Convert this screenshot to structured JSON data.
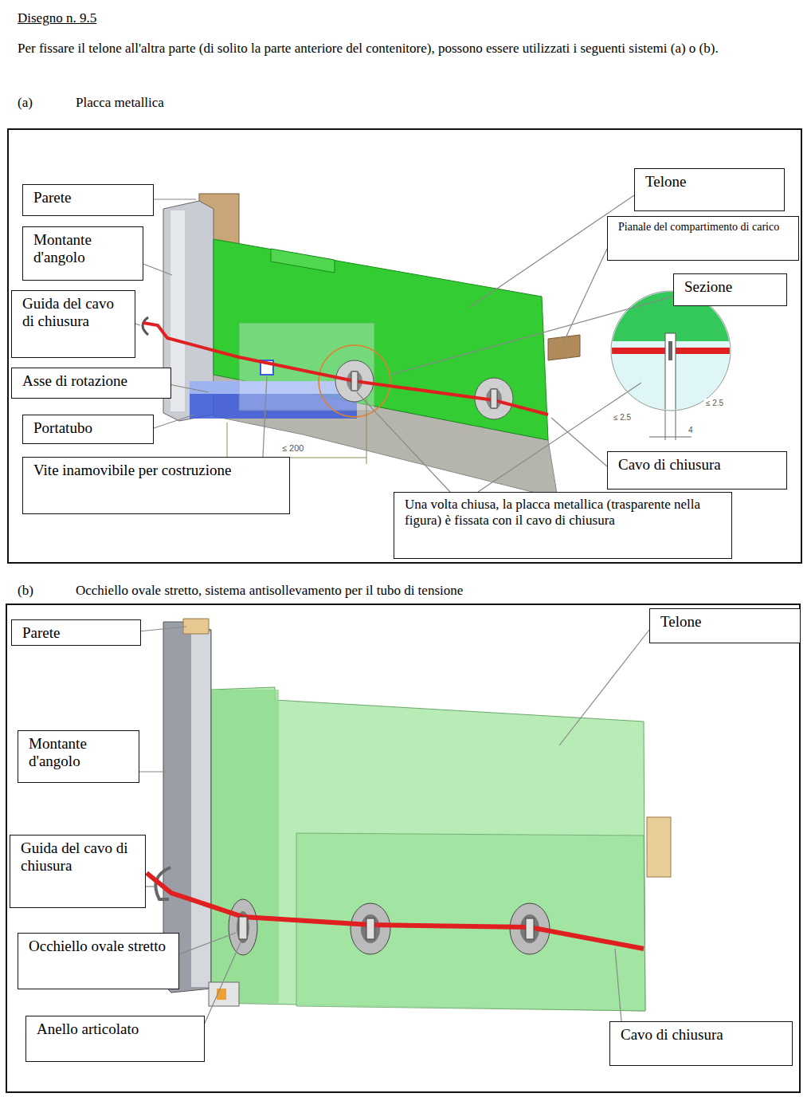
{
  "diagram": {
    "title": "Disegno n. 9.5",
    "nodes": [
      {
        "text": [
          "Parete"
        ]
      },
      {
        "text": [
          "Montante d'angolo"
        ]
      },
      {
        "text": [
          "Guida del cavo di chiusura"
        ]
      },
      {
        "text": [
          "Asse di rotazione"
        ]
      },
      {
        "text": [
          "Portatubo"
        ]
      },
      {
        "text": [
          "Vite inamovibile per costruzione"
        ]
      },
      {
        "text": [
          "Telone"
        ]
      },
      {
        "text": [
          "Pianale del compartimento di carico"
        ]
      },
      {
        "text": [
          "Sezione"
        ]
      },
      {
        "text": [
          "Cavo di chiusura"
        ]
      },
      {
        "text": [
          "Una volta chiusa, la placca metallica (trasparente nella figura) è fissata con il cavo di chiusura"
        ]
      },
      {
        "text": [
          "Parete"
        ]
      },
      {
        "text": [
          "Telone"
        ]
      },
      {
        "text": [
          "Montante d'angolo"
        ]
      },
      {
        "text": [
          "Guida del cavo di chiusura"
        ]
      },
      {
        "text": [
          "Occhiello ovale stretto"
        ]
      },
      {
        "text": [
          "Anello articolato"
        ]
      },
      {
        "text": [
          "Cavo di chiusura"
        ]
      }
    ],
    "labels": [
      "Per fissare il telone all'altra parte (di solito la parte anteriore del contenitore), possono essere utilizzati i seguenti sistemi (a) o (b).",
      "(a)",
      "Placca metallica",
      "≤ 200",
      "≤ 2.5",
      "≤ 2.5",
      "4",
      "(b)",
      "Occhiello ovale stretto, sistema antisollevamento per il tubo di tensione"
    ]
  }
}
